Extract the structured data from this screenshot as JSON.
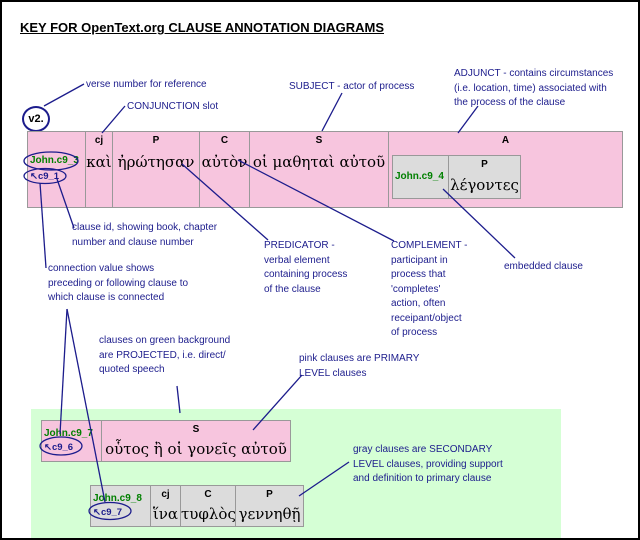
{
  "title": "KEY FOR OpenText.org CLAUSE ANNOTATION DIAGRAMS",
  "verse_label": "v2.",
  "clause_main": {
    "id": "John.c9_3",
    "connection": "↖c9_1",
    "slots": [
      {
        "label": "cj",
        "text": "καὶ"
      },
      {
        "label": "P",
        "text": "ἠρώτησαν"
      },
      {
        "label": "C",
        "text": "αὐτὸν"
      },
      {
        "label": "S",
        "text": "οἱ μαθηταὶ αὐτοῦ"
      },
      {
        "label": "A",
        "text": ""
      }
    ]
  },
  "clause_embedded": {
    "id": "John.c9_4",
    "slots": [
      {
        "label": "P",
        "text": "λέγοντες"
      }
    ]
  },
  "clause_projected": {
    "id": "John.c9_7",
    "connection": "↖c9_6",
    "slots": [
      {
        "label": "S",
        "text": "οὗτος ἢ οἱ γονεῖς αὐτοῦ"
      }
    ]
  },
  "clause_secondary": {
    "id": "John.c9_8",
    "connection": "↖c9_7",
    "slots": [
      {
        "label": "cj",
        "text": "ἵνα"
      },
      {
        "label": "C",
        "text": "τυφλὸς"
      },
      {
        "label": "P",
        "text": "γεννηθῇ"
      }
    ]
  },
  "notes": {
    "verse_number": "verse number for reference",
    "conjunction": "CONJUNCTION slot",
    "subject": "SUBJECT - actor of process",
    "adjunct": [
      "ADJUNCT - contains circumstances",
      "(i.e. location, time) associated with",
      "the process of the clause"
    ],
    "clause_id": [
      "clause id, showing book, chapter",
      "number and clause number"
    ],
    "predicator": [
      "PREDICATOR -",
      "verbal element",
      "containing process",
      "of the clause"
    ],
    "complement": [
      "COMPLEMENT -",
      "participant in",
      "process that",
      "'completes'",
      "action, often",
      "receipant/object",
      "of process"
    ],
    "embedded": "embedded clause",
    "connection": [
      "connection value shows",
      "preceding or following clause to",
      "which clause is connected"
    ],
    "projected": [
      "clauses on green background",
      "are PROJECTED, i.e. direct/",
      "quoted speech"
    ],
    "primary": [
      "pink clauses are PRIMARY",
      "LEVEL clauses"
    ],
    "secondary": [
      "gray clauses are SECONDARY",
      "LEVEL clauses, providing support",
      "and definition to primary clause"
    ]
  },
  "colors": {
    "primary_clause": "#f7c5de",
    "secondary_clause": "#dcdcdc",
    "projected_background": "#d5ffd5",
    "annotation": "#1c1c8c",
    "clause_id": "#008000"
  }
}
